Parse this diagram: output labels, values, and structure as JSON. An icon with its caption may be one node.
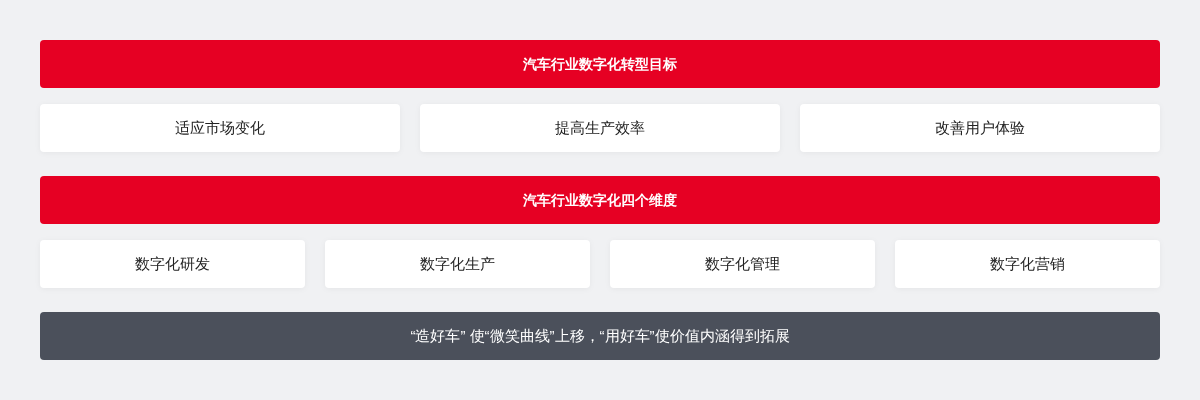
{
  "diagram": {
    "nodes": [
      {
        "text": [
          "汽车行业数字化转型目标"
        ]
      },
      {
        "text": [
          "适应市场变化"
        ]
      },
      {
        "text": [
          "提高生产效率"
        ]
      },
      {
        "text": [
          "改善用户体验"
        ]
      },
      {
        "text": [
          "汽车行业数字化四个维度"
        ]
      },
      {
        "text": [
          "数字化研发"
        ]
      },
      {
        "text": [
          "数字化生产"
        ]
      },
      {
        "text": [
          "数字化管理"
        ]
      },
      {
        "text": [
          "数字化营销"
        ]
      },
      {
        "text": [
          "“造好车” 使“微笑曲线”上移，“用好车”使价值内涵得到拓展"
        ]
      }
    ]
  }
}
